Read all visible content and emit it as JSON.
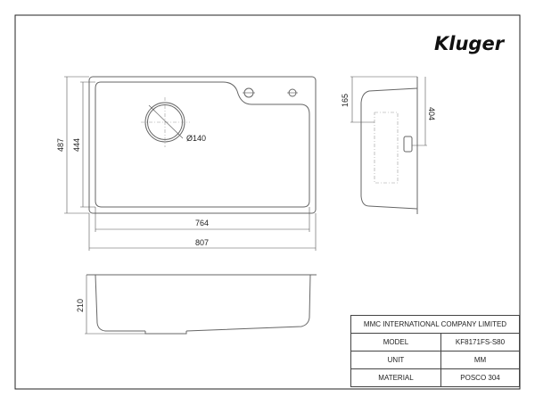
{
  "brand": "Kluger",
  "dimensions": {
    "overall_length": "807",
    "bowl_length": "764",
    "overall_width": "487",
    "bowl_width": "444",
    "drain_diameter": "Ø140",
    "side_drain_offset": "165",
    "side_outlet_offset": "404",
    "depth": "210"
  },
  "title_block": {
    "company": "MMC INTERNATIONAL COMPANY LIMITED",
    "rows": [
      {
        "label": "MODEL",
        "value": "KF8171FS-S80"
      },
      {
        "label": "UNIT",
        "value": "MM"
      },
      {
        "label": "MATERIAL",
        "value": "POSCO 304"
      }
    ]
  }
}
